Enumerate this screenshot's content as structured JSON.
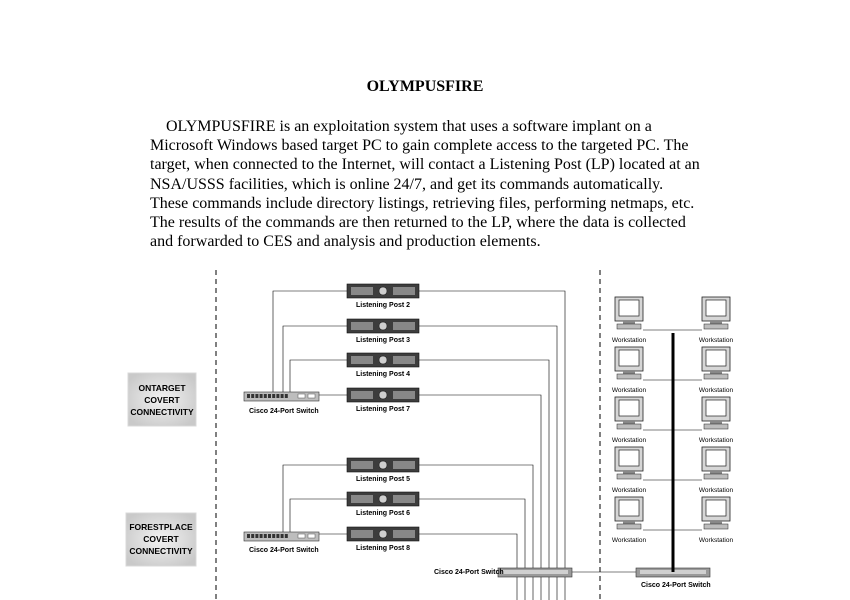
{
  "document": {
    "title": "OLYMPUSFIRE",
    "paragraph_lines": [
      "OLYMPUSFIRE is an exploitation system that uses a software implant on a",
      "Microsoft Windows based target PC to gain complete access to the targeted PC.  The",
      "target, when connected to the Internet, will contact a Listening Post (LP) located at an",
      "NSA/USSS facilities, which is online 24/7, and get its commands automatically.",
      "These commands include directory listings, retrieving files, performing netmaps, etc.",
      "The results of the commands are then returned to the LP, where the data is collected",
      "and forwarded to CES and analysis and production elements."
    ]
  },
  "diagram": {
    "clouds": [
      {
        "lines": [
          "ONTARGET",
          "COVERT",
          "CONNECTIVITY"
        ]
      },
      {
        "lines": [
          "FORESTPLACE",
          "COVERT",
          "CONNECTIVITY"
        ]
      }
    ],
    "switch_left_top": "Cisco 24-Port Switch",
    "switch_left_bottom": "Cisco 24-Port Switch",
    "switch_center": "Cisco 24-Port Switch",
    "switch_right": "Cisco 24-Port Switch",
    "listening_posts": [
      "Listening Post 2",
      "Listening Post 3",
      "Listening Post 4",
      "Listening Post 7",
      "Listening Post 5",
      "Listening Post 6",
      "Listening Post 8"
    ],
    "workstation_label": "Workstation"
  }
}
